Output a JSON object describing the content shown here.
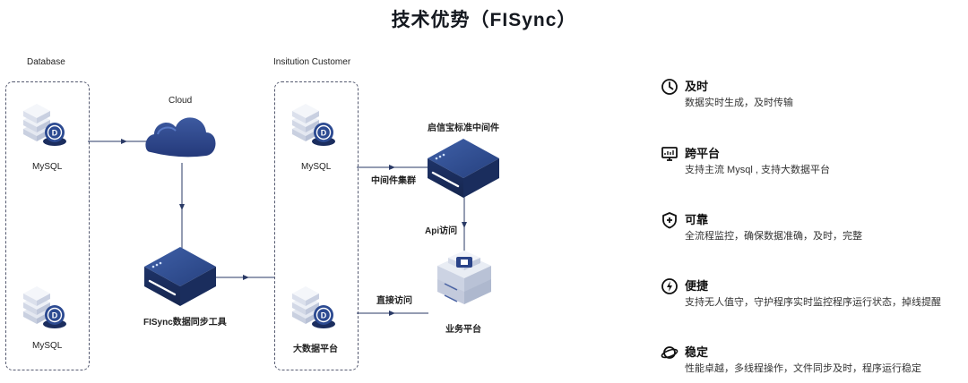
{
  "title": "技术优势（FISync）",
  "diagram": {
    "database_label": "Database",
    "customer_label": "Insitution Customer",
    "cloud_label": "Cloud",
    "db_mysql_top": "MySQL",
    "db_mysql_bottom": "MySQL",
    "cust_mysql": "MySQL",
    "cust_bigdata": "大数据平台",
    "fisync_label": "FISync数据同步工具",
    "middleware_label": "启信宝标准中间件",
    "cluster_label": "中间件集群",
    "api_label": "Api访问",
    "direct_label": "直接访问",
    "business_label": "业务平台"
  },
  "features": [
    {
      "icon": "clock-icon",
      "title": "及时",
      "desc": "数据实时生成，及时传输"
    },
    {
      "icon": "monitor-icon",
      "title": "跨平台",
      "desc": "支持主流 Mysql , 支持大数据平台"
    },
    {
      "icon": "shield-icon",
      "title": "可靠",
      "desc": "全流程监控，确保数据准确，及时，完整"
    },
    {
      "icon": "lightning-icon",
      "title": "便捷",
      "desc": "支持无人值守，守护程序实时监控程序运行状态，掉线提醒"
    },
    {
      "icon": "planet-icon",
      "title": "稳定",
      "desc": "性能卓越，多线程操作，文件同步及时，程序运行稳定"
    }
  ]
}
